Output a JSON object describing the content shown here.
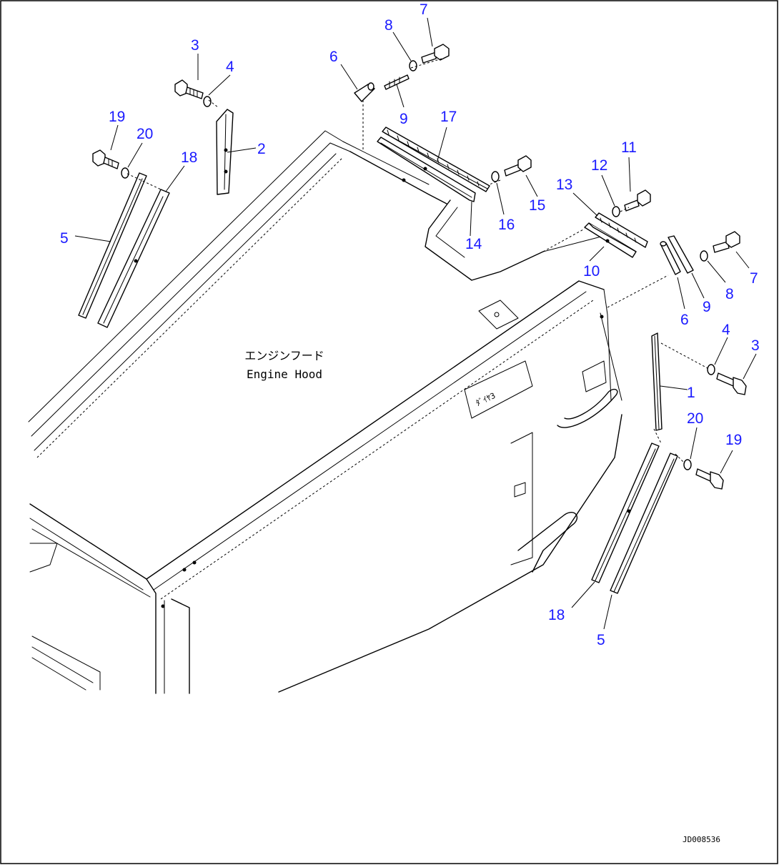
{
  "hood_label": {
    "jp": "エンジンフード",
    "en": "Engine Hood"
  },
  "drawing_code": "JD008536",
  "callouts": [
    {
      "id": "c7a",
      "text": "7"
    },
    {
      "id": "c8a",
      "text": "8"
    },
    {
      "id": "c6a",
      "text": "6"
    },
    {
      "id": "c9a",
      "text": "9"
    },
    {
      "id": "c17",
      "text": "17"
    },
    {
      "id": "c3a",
      "text": "3"
    },
    {
      "id": "c4a",
      "text": "4"
    },
    {
      "id": "c2",
      "text": "2"
    },
    {
      "id": "c19a",
      "text": "19"
    },
    {
      "id": "c20a",
      "text": "20"
    },
    {
      "id": "c18a",
      "text": "18"
    },
    {
      "id": "c5a",
      "text": "5"
    },
    {
      "id": "c11",
      "text": "11"
    },
    {
      "id": "c12",
      "text": "12"
    },
    {
      "id": "c13",
      "text": "13"
    },
    {
      "id": "c15",
      "text": "15"
    },
    {
      "id": "c16",
      "text": "16"
    },
    {
      "id": "c14",
      "text": "14"
    },
    {
      "id": "c10",
      "text": "10"
    },
    {
      "id": "c7b",
      "text": "7"
    },
    {
      "id": "c8b",
      "text": "8"
    },
    {
      "id": "c9b",
      "text": "9"
    },
    {
      "id": "c6b",
      "text": "6"
    },
    {
      "id": "c4b",
      "text": "4"
    },
    {
      "id": "c3b",
      "text": "3"
    },
    {
      "id": "c1",
      "text": "1"
    },
    {
      "id": "c20b",
      "text": "20"
    },
    {
      "id": "c19b",
      "text": "19"
    },
    {
      "id": "c18b",
      "text": "18"
    },
    {
      "id": "c5b",
      "text": "5"
    }
  ]
}
